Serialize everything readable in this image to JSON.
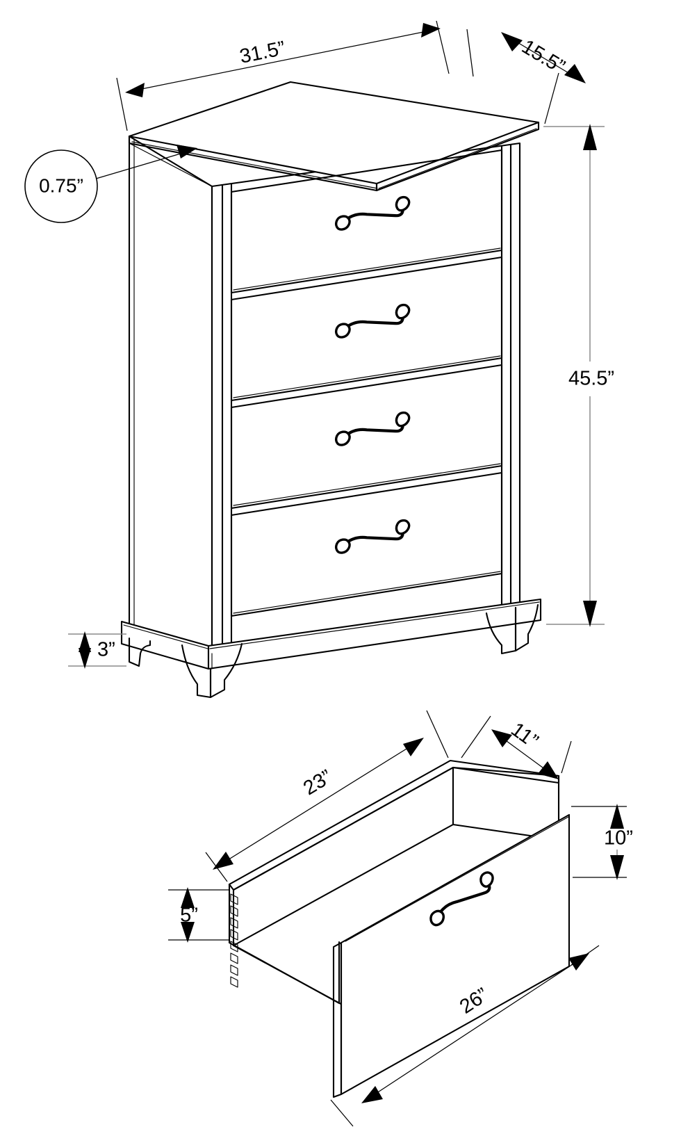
{
  "document": {
    "type": "furniture-specification-drawing",
    "subject": "4-drawer chest / dresser",
    "units": "inches",
    "unit_symbol": "”",
    "line_color": "#000000",
    "background_color": "#ffffff",
    "grey_dimension_color": "#8a8a8a"
  },
  "views": [
    {
      "id": "assembled-chest",
      "name": "Assembled chest isometric view",
      "drawer_count": 4
    },
    {
      "id": "drawer-box",
      "name": "Single drawer box isometric view",
      "drawer_count": 1
    }
  ],
  "dimensions": {
    "chest_width": {
      "value": "31.5”",
      "label": "overall width",
      "view": "assembled-chest"
    },
    "chest_depth": {
      "value": "15.5”",
      "label": "overall depth",
      "view": "assembled-chest"
    },
    "chest_height": {
      "value": "45.5”",
      "label": "overall height",
      "view": "assembled-chest"
    },
    "top_thickness": {
      "value": "0.75”",
      "label": "top panel thickness",
      "view": "assembled-chest",
      "callout_style": "balloon"
    },
    "base_height": {
      "value": "3”",
      "label": "base / plinth height",
      "view": "assembled-chest"
    },
    "drawer_interior_length": {
      "value": "23”",
      "label": "drawer interior length",
      "view": "drawer-box"
    },
    "drawer_interior_depth": {
      "value": "11”",
      "label": "drawer interior depth",
      "view": "drawer-box"
    },
    "drawer_front_height": {
      "value": "10”",
      "label": "drawer front height",
      "view": "drawer-box"
    },
    "drawer_side_height": {
      "value": "5”",
      "label": "drawer side height",
      "view": "drawer-box"
    },
    "drawer_front_width": {
      "value": "26”",
      "label": "drawer front width",
      "view": "drawer-box"
    }
  },
  "features": {
    "handle_style": "loop-pull-handle",
    "foot_style": "bracket-foot",
    "joinery": "dovetail",
    "handles_on_chest": 4,
    "handles_on_drawer": 1,
    "feet_visible": 3
  }
}
